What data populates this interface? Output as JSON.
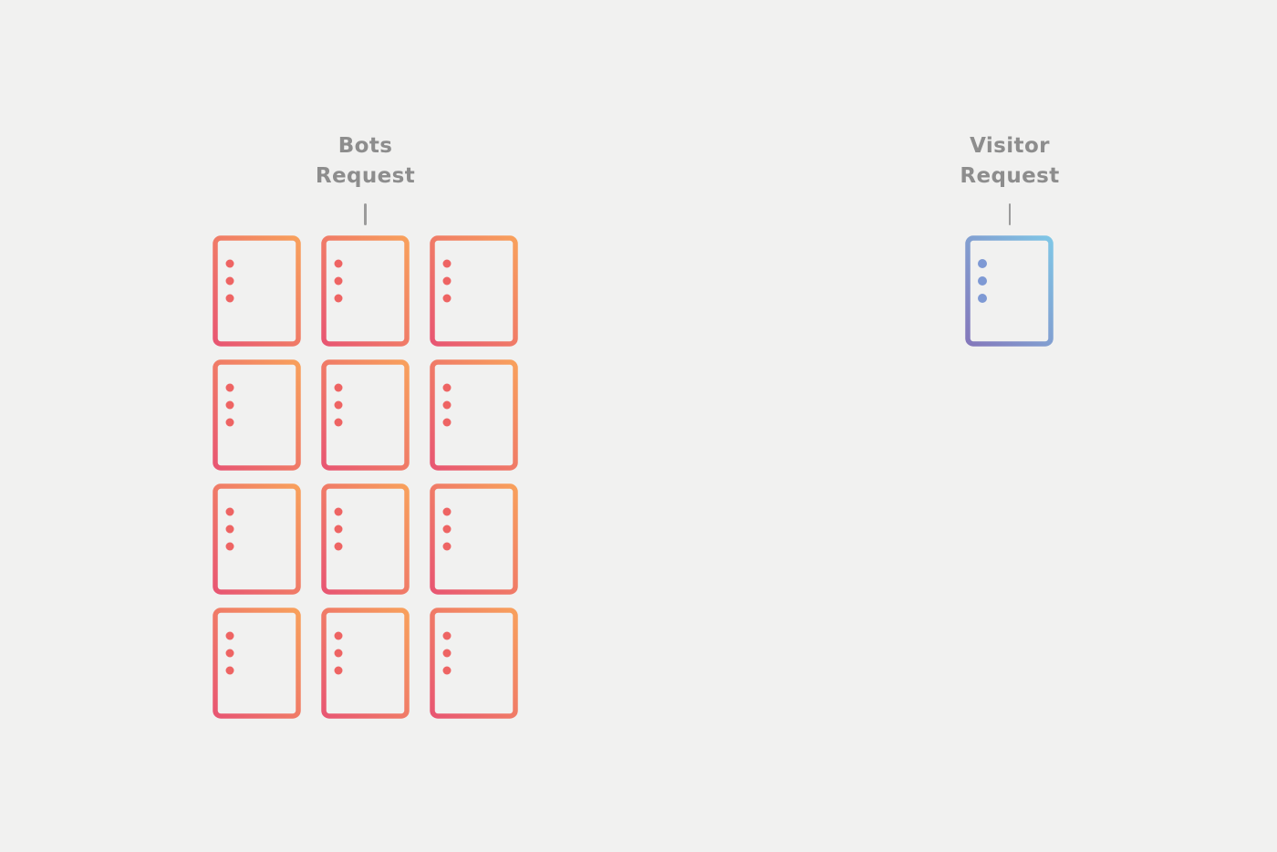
{
  "canvas": {
    "background": "#f1f1f0"
  },
  "bots": {
    "label_line1": "Bots",
    "label_line2": "Request",
    "label_color": "#8d8d8d",
    "connector_color": "#9b9b9b",
    "doc_count": 12,
    "columns": 3,
    "icon": {
      "name": "bots-request-doc-icon",
      "gradient_start": "#e85672",
      "gradient_end": "#f8a05c",
      "dot_color": "#ee6463",
      "list_rows": 3,
      "style": "bold-lines"
    }
  },
  "visitor": {
    "label_line1": "Visitor",
    "label_line2": "Request",
    "label_color": "#8d8d8d",
    "connector_color": "#9b9b9b",
    "doc_count": 1,
    "columns": 1,
    "icon": {
      "name": "visitor-request-doc-icon",
      "gradient_start": "#8478bb",
      "gradient_end": "#7fc6e6",
      "dot_color": "#7e99d4",
      "list_rows": 3,
      "style": "thin-lines"
    }
  }
}
